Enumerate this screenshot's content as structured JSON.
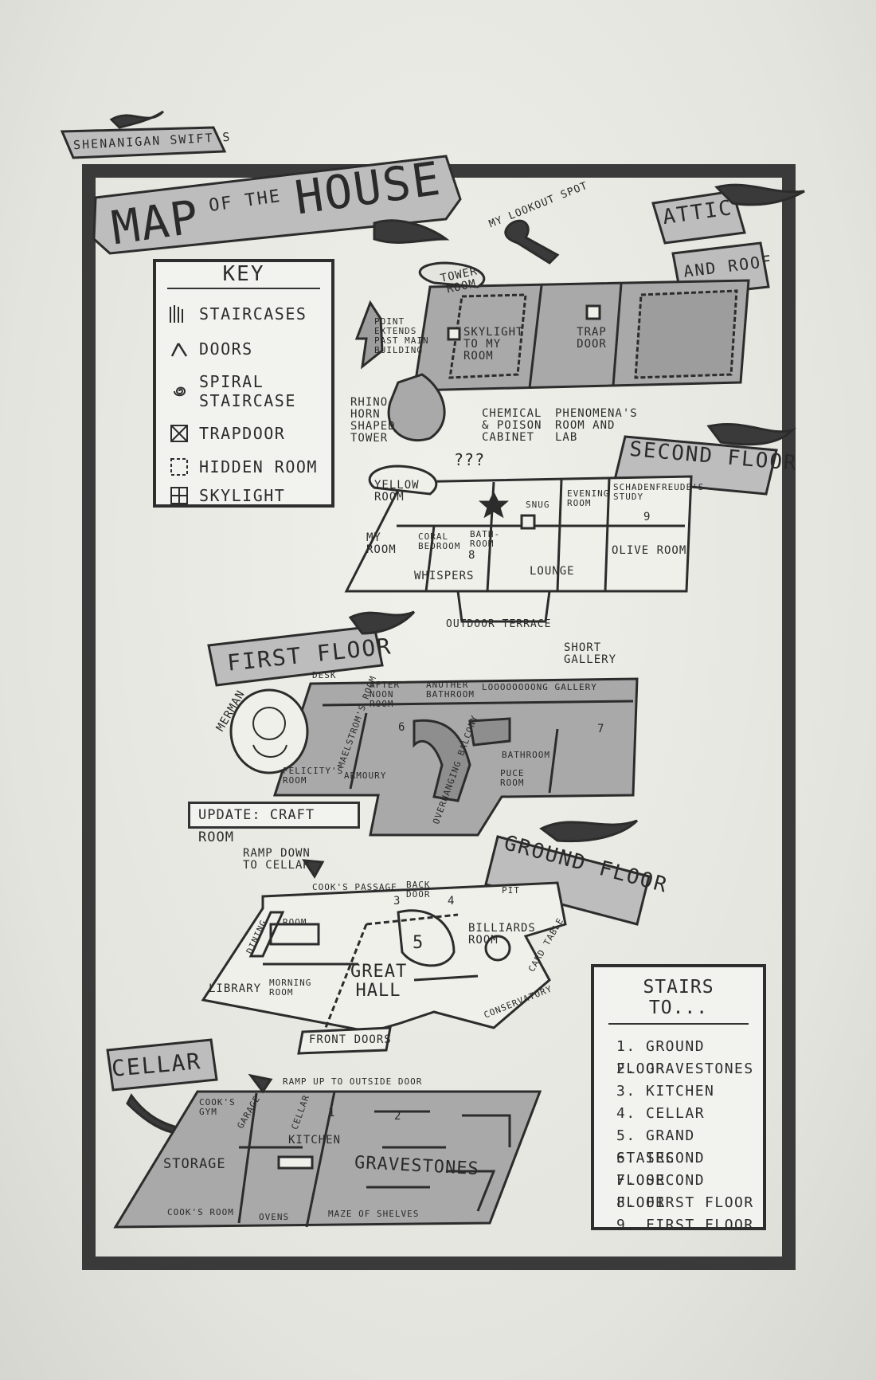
{
  "title": {
    "owner": "SHENANIGAN SWIFT'S",
    "word1": "MAP",
    "word2": "OF THE",
    "word3": "HOUSE"
  },
  "key": {
    "title": "KEY",
    "items": [
      {
        "label": "STAIRCASES",
        "icon": "staircase-icon"
      },
      {
        "label": "DOORS",
        "icon": "door-icon"
      },
      {
        "label": "SPIRAL STAIRCASE",
        "icon": "spiral-staircase-icon"
      },
      {
        "label": "TRAPDOOR",
        "icon": "trapdoor-icon"
      },
      {
        "label": "HIDDEN ROOM",
        "icon": "hidden-room-icon"
      },
      {
        "label": "SKYLIGHT",
        "icon": "skylight-icon"
      }
    ]
  },
  "attic": {
    "banner1": "ATTIC",
    "banner2": "AND ROOF",
    "lookout": "MY LOOKOUT SPOT",
    "tower_room": "TOWER ROOM",
    "skylight": "SKYLIGHT TO MY ROOM",
    "trap_door": "TRAP DOOR",
    "point_note": "POINT EXTENDS PAST MAIN BUILDING",
    "rhino": "RHINO HORN SHAPED TOWER",
    "chemical": "CHEMICAL & POISON CABINET",
    "phenomena": "PHENOMENA'S ROOM AND LAB"
  },
  "second_floor": {
    "banner": "SECOND FLOOR",
    "question": "???",
    "rooms": [
      "YELLOW ROOM",
      "SNUG",
      "EVENING ROOM",
      "SCHADENFREUDE'S STUDY",
      "MY ROOM",
      "CORAL BEDROOM",
      "BATH- ROOM",
      "OLIVE ROOM",
      "WHISPERS",
      "LOUNGE",
      "OUTDOOR TERRACE"
    ]
  },
  "first_floor": {
    "banner": "FIRST FLOOR",
    "merman": "MERMAN",
    "rooms": [
      "DESK",
      "MAELSTROM'S ROOM",
      "AFTER NOON ROOM",
      "ANOTHER BATHROOM",
      "LOOOOOOOONG GALLERY",
      "SHORT GALLERY",
      "FELICITY'S ROOM",
      "ARMOURY",
      "OVERHANGING BALCONY",
      "BATHROOM",
      "PUCE ROOM"
    ],
    "update": "UPDATE: CRAFT ROOM"
  },
  "ground_floor": {
    "banner": "GROUND FLOOR",
    "ramp_down": "RAMP DOWN TO CELLAR",
    "rooms": [
      "COOK'S PASSAGE",
      "BACK DOOR",
      "PIT",
      "DINING",
      "ROOM",
      "BILLIARDS ROOM",
      "CARD TABLE",
      "LIBRARY",
      "MORNING ROOM",
      "GREAT HALL",
      "CONSERVATORY",
      "FRONT DOORS"
    ]
  },
  "cellar": {
    "banner": "CELLAR",
    "ramp_up": "RAMP UP TO OUTSIDE DOOR",
    "rooms": [
      "COOK'S GYM",
      "GARAGE",
      "CELLAR",
      "KITCHEN",
      "STORAGE",
      "GRAVESTONES",
      "COOK'S ROOM",
      "OVENS",
      "MAZE OF SHELVES"
    ]
  },
  "stairs_to": {
    "title": "STAIRS TO...",
    "items": [
      "1. GROUND FLOOR",
      "2. GRAVESTONES",
      "3. KITCHEN",
      "4. CELLAR",
      "5. GRAND STAIRS",
      "6. SECOND FLOOR",
      "7. SECOND FLOOR",
      "8. FIRST FLOOR",
      "9. FIRST FLOOR"
    ]
  },
  "stair_numbers": [
    "1",
    "2",
    "3",
    "4",
    "5",
    "6",
    "7",
    "8",
    "9"
  ],
  "colors": {
    "ink": "#2c2c2c",
    "fill": "#a9a9a9",
    "paper": "#f0f0eb",
    "frame": "#3a3a3a"
  }
}
